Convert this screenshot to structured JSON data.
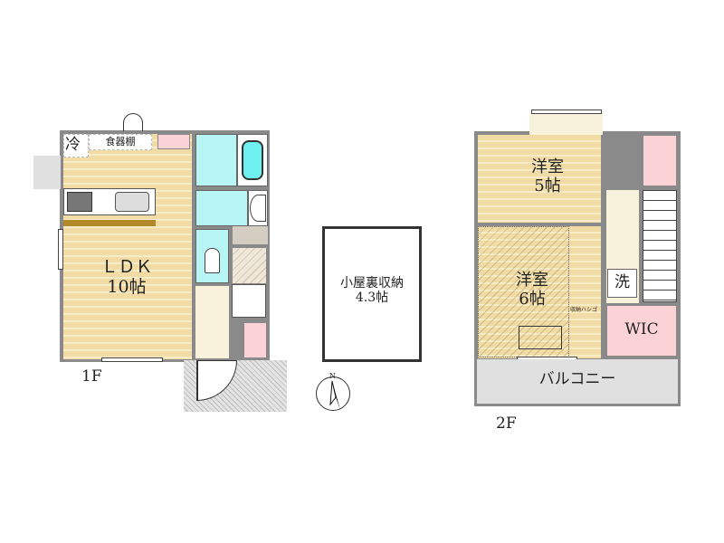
{
  "floor1": {
    "label": "1F",
    "rooms": {
      "ldk_name": "ＬＤＫ",
      "ldk_size": "10帖",
      "fridge": "冷",
      "cupboard": "食器棚"
    }
  },
  "attic": {
    "name": "小屋裏収納",
    "size": "4.3帖"
  },
  "floor2": {
    "label": "2F",
    "rooms": {
      "room5_name": "洋室",
      "room5_size": "5帖",
      "room6_name": "洋室",
      "room6_size": "6帖",
      "ladder": "収納ハシゴ",
      "laundry": "洗",
      "wic": "WIC",
      "balcony": "バルコニー"
    }
  },
  "compass": {
    "north": "N"
  },
  "colors": {
    "wall": "#8a8a8a",
    "wet": "#b8f6f6",
    "storage": "#fbd3d6",
    "floor": "#f1dca6"
  }
}
